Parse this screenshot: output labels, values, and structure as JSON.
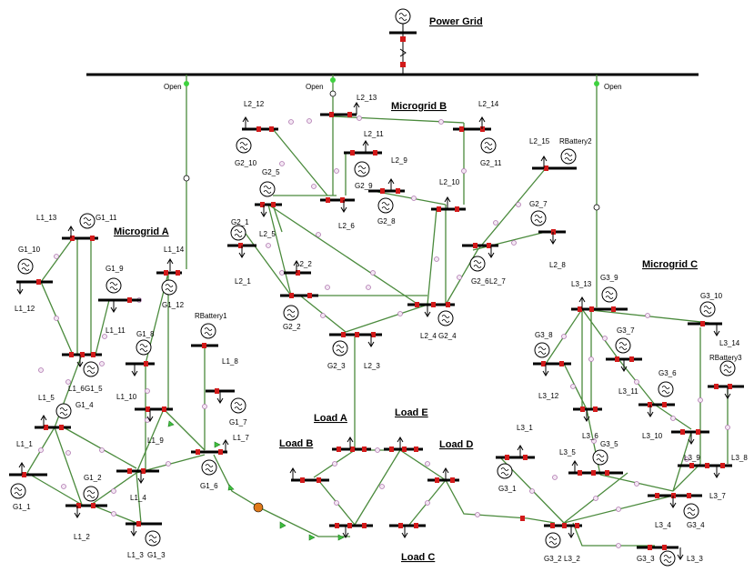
{
  "titles": {
    "power_grid": "Power Grid",
    "microgrid_a": "Microgrid A",
    "microgrid_b": "Microgrid B",
    "microgrid_c": "Microgrid C",
    "load_a": "Load A",
    "load_b": "Load B",
    "load_c": "Load C",
    "load_d": "Load D",
    "load_e": "Load E"
  },
  "switch_labels": {
    "open_a": "Open",
    "open_b": "Open",
    "open_c": "Open"
  },
  "labels": {
    "L1_13": "L1_13",
    "G1_11": "G1_11",
    "G1_10": "G1_10",
    "L1_12": "L1_12",
    "L1_14": "L1_14",
    "G1_12": "G1_12",
    "G1_9": "G1_9",
    "L1_11": "L1_11",
    "G1_8": "G1_8",
    "L1_10": "L1_10",
    "L1_6": "L1_6",
    "G1_5": "G1_5",
    "L1_5": "L1_5",
    "G1_4": "G1_4",
    "L1_1": "L1_1",
    "G1_1": "G1_1",
    "G1_2": "G1_2",
    "L1_2": "L1_2",
    "L1_3": "L1_3",
    "G1_3": "G1_3",
    "L1_4": "L1_4",
    "L1_9": "L1_9",
    "RBattery1": "RBattery1",
    "L1_8": "L1_8",
    "G1_7": "G1_7",
    "L1_7": "L1_7",
    "G1_6": "G1_6",
    "L2_12": "L2_12",
    "G2_10": "G2_10",
    "L2_13": "L2_13",
    "L2_14": "L2_14",
    "G2_11": "G2_11",
    "L2_11": "L2_11",
    "G2_9": "G2_9",
    "G2_5": "G2_5",
    "L2_9": "L2_9",
    "G2_8": "G2_8",
    "L2_6": "L2_6",
    "L2_10": "L2_10",
    "L2_15": "L2_15",
    "RBattery2": "RBattery2",
    "G2_7": "G2_7",
    "L2_8": "L2_8",
    "G2_1": "G2_1",
    "L2_5": "L2_5",
    "L2_1": "L2_1",
    "L2_2": "L2_2",
    "G2_2": "G2_2",
    "G2_6": "G2_6",
    "L2_7": "L2_7",
    "L2_4": "L2_4",
    "G2_4": "G2_4",
    "G2_3": "G2_3",
    "L2_3": "L2_3",
    "L3_13": "L3_13",
    "G3_9": "G3_9",
    "G3_10": "G3_10",
    "L3_14": "L3_14",
    "G3_8": "G3_8",
    "G3_7": "G3_7",
    "RBattery3": "RBattery3",
    "L3_12": "L3_12",
    "L3_11": "L3_11",
    "G3_6": "G3_6",
    "L3_6": "L3_6",
    "L3_10": "L3_10",
    "L3_1": "L3_1",
    "L3_5": "L3_5",
    "G3_5": "G3_5",
    "L3_9": "L3_9",
    "L3_8": "L3_8",
    "G3_1": "G3_1",
    "L3_7": "L3_7",
    "L3_4": "L3_4",
    "G3_4": "G3_4",
    "G3_2": "G3_2",
    "L3_2": "L3_2",
    "G3_3": "G3_3",
    "L3_3": "L3_3"
  }
}
